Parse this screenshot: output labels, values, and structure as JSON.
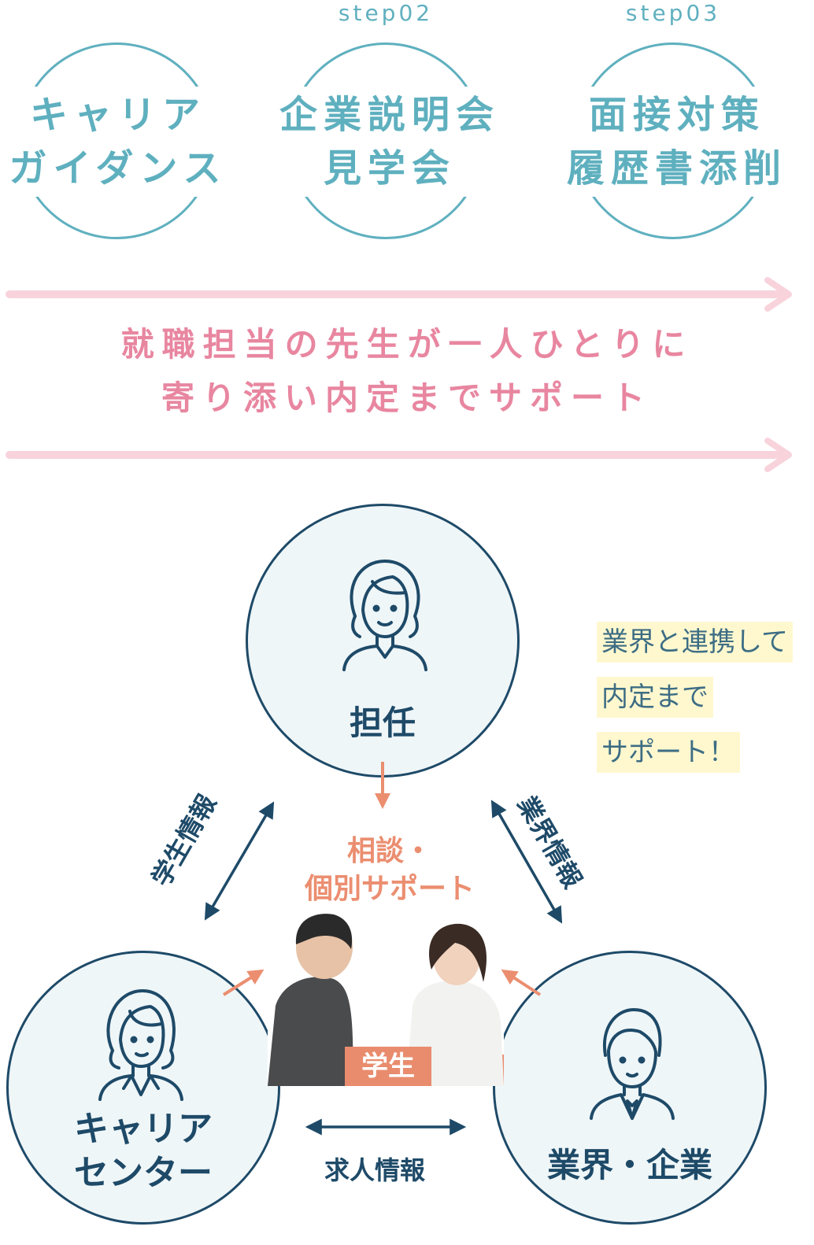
{
  "steps": [
    {
      "label": "",
      "lines": [
        "キャリア",
        "ガイダンス"
      ]
    },
    {
      "label": "step02",
      "lines": [
        "企業説明会",
        "見学会"
      ]
    },
    {
      "label": "step03",
      "lines": [
        "面接対策",
        "履歴書添削"
      ]
    }
  ],
  "message": {
    "line1": "就職担当の先生が一人ひとりに",
    "line2": "寄り添い内定までサポート"
  },
  "roles": {
    "homeroom": "担任",
    "career_center": [
      "キャリア",
      "センター"
    ],
    "industry": "業界・企業",
    "student": "学生"
  },
  "relations": {
    "student_info": "学生情報",
    "industry_info": "業界情報",
    "job_info": "求人情報",
    "consult_line1": "相談・",
    "consult_line2": "個別サポート"
  },
  "note": [
    "業界と連携して",
    "内定まで",
    "サポート！"
  ],
  "colors": {
    "teal": "#5fb0bf",
    "pink": "#e886a0",
    "navy": "#1e4a68",
    "orange": "#eb8e70",
    "note_bg": "#fff8cf"
  }
}
